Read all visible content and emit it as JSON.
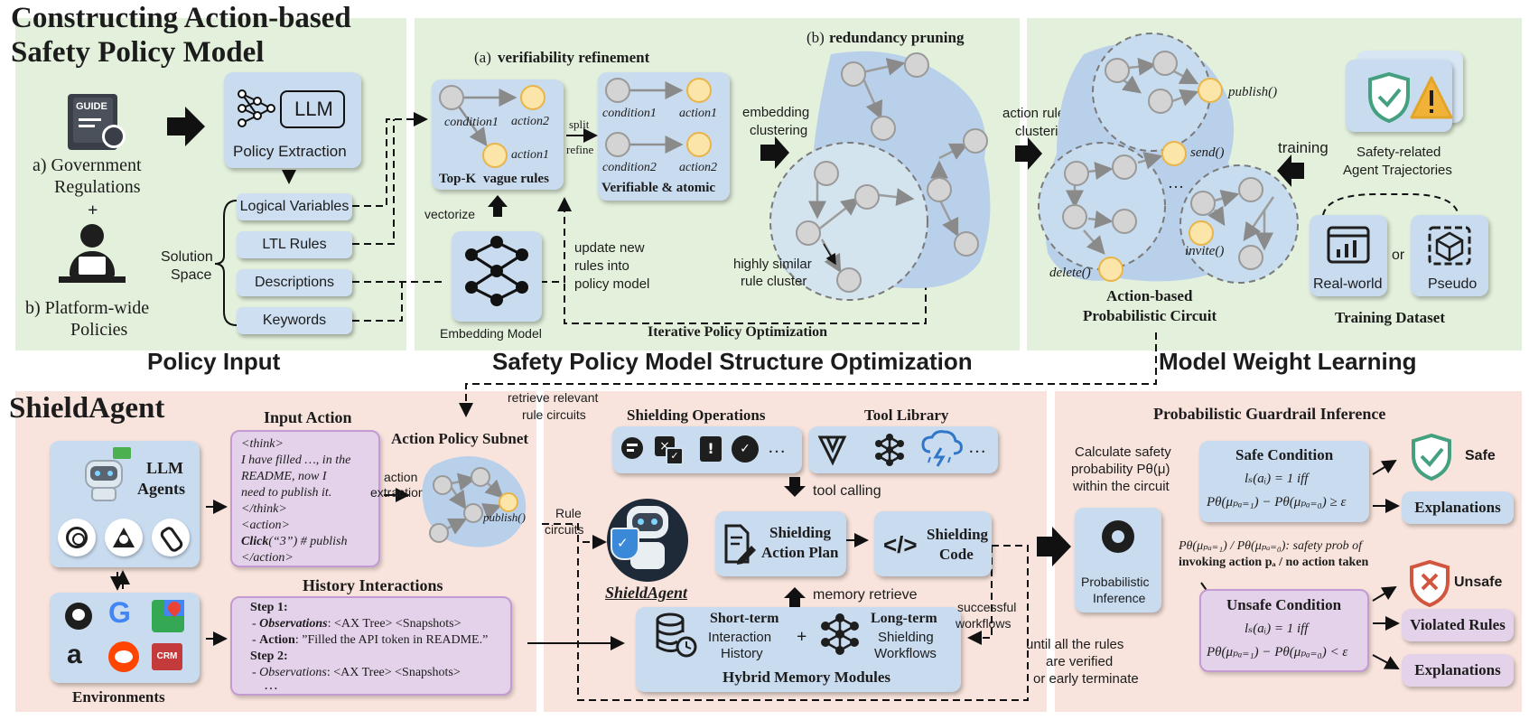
{
  "colors": {
    "green_panel": "#e3f0dc",
    "pink_panel": "#f8e4dc",
    "blue_box": "#c9dbef",
    "purple_box": "#e3d2e9",
    "dark_arrow": "#111111"
  },
  "top": {
    "title_line1": "Constructing Action-based",
    "title_line2": "Safety Policy Model",
    "sources": {
      "gov": "a) Government",
      "gov2": "Regulations",
      "plus": "+",
      "platform": "b) Platform-wide",
      "platform2": "Policies",
      "guide_icon_text": "GUIDE"
    },
    "llm_label": "LLM",
    "policy_extraction": "Policy Extraction",
    "solution_space": "Solution",
    "solution_space2": "Space",
    "items": [
      "Logical Variables",
      "LTL Rules",
      "Descriptions",
      "Keywords"
    ],
    "policy_input": "Policy Input",
    "refine": {
      "title_prefix": "(a)",
      "title": "verifiability refinement",
      "cond1": "condition1",
      "act2": "action2",
      "act1": "action1",
      "topk": "Top-K",
      "vague": "vague rules",
      "split": "split",
      "refine": "refine",
      "vcond1": "condition1",
      "vact1": "action1",
      "vcond2": "condition2",
      "vact2": "action2",
      "verifiable": "Verifiable & atomic",
      "vectorize": "vectorize",
      "embedding_model": "Embedding Model",
      "update1": "update new",
      "update2": "rules into",
      "update3": "policy model"
    },
    "prune": {
      "title_prefix": "(b)",
      "title": "redundancy pruning",
      "emb1": "embedding",
      "emb2": "clustering",
      "similar1": "highly similar",
      "similar2": "rule cluster"
    },
    "iterative": "Iterative Policy Optimization",
    "structure_opt": "Safety Policy Model Structure Optimization",
    "learning": {
      "action_rule1": "action rule",
      "action_rule2": "clustering",
      "publish": "publish()",
      "send": "send()",
      "dots": "…",
      "invite": "invite()",
      "delete": "delete()",
      "circuit1": "Action-based",
      "circuit2": "Probabilistic Circuit",
      "training": "training",
      "traj1": "Safety-related",
      "traj2": "Agent Trajectories",
      "real": "Real-world",
      "or": "or",
      "pseudo": "Pseudo",
      "dataset": "Training Dataset"
    },
    "weight_learning": "Model Weight Learning"
  },
  "bottom": {
    "title": "ShieldAgent",
    "llm_agents1": "LLM",
    "llm_agents2": "Agents",
    "environments": "Environments",
    "input_action": "Input Action",
    "input_lines": [
      "<think>",
      "I have filled …, in the",
      "README, now I",
      "need to publish it.",
      "</think>",
      "<action>",
      "</action>"
    ],
    "click_word": "Click",
    "click_rest": "(“3”) # publish",
    "history_title": "History Interactions",
    "step1": "Step 1",
    "obs_label": "Observations",
    "obs_text": ": <AX Tree> <Snapshots>",
    "action_label": "Action",
    "action_text": ": ”Filled the API  token in README.”",
    "step2": "Step 2",
    "obs2_label": "Observations",
    "obs2_text": ": <AX Tree> <Snapshots>",
    "ellipsis": "…",
    "retrieve1": "retrieve relevant",
    "retrieve2": "rule circuits",
    "subnet_title": "Action Policy Subnet",
    "action_extraction1": "action",
    "action_extraction2": "extraction",
    "subnet_publish": "publish()",
    "rule_circuits1": "Rule",
    "rule_circuits2": "circuits",
    "shield_ops": "Shielding Operations",
    "tool_lib": "Tool Library",
    "dots": "…",
    "tool_calling": "tool calling",
    "agent_name": "ShieldAgent",
    "plan1": "Shielding",
    "plan2": "Action Plan",
    "code1": "Shielding",
    "code2": "Code",
    "memory_retrieve": "memory retrieve",
    "short1": "Short-term",
    "short2": "Interaction",
    "short3": "History",
    "plus": "+",
    "long1": "Long-term",
    "long2": "Shielding",
    "long3": "Workflows",
    "hybrid": "Hybrid Memory Modules",
    "successful1": "successful",
    "successful2": "workflows",
    "until1": "until all the rules",
    "until2": "are verified",
    "until3": "or early terminate",
    "inference_title": "Probabilistic Guardrail Inference",
    "calc1": "Calculate safety",
    "calc2": "probability Pθ(μ)",
    "calc3": "within the circuit",
    "prob_inf1": "Probabilistic",
    "prob_inf2": "Inference",
    "safe_cond": "Safe Condition",
    "safe_formula1": "lₛ(aᵢ) = 1 iff",
    "safe_formula2": "Pθ(μₚₐ₌₁) − Pθ(μₚₐ₌₀) ≥ ε",
    "safe": "Safe",
    "explanations": "Explanations",
    "prob_note1": "Pθ(μₚₐ₌₁) / Pθ(μₚₐ₌₀): safety prob of",
    "prob_note2": "invoking action pₐ / no action taken",
    "unsafe_cond": "Unsafe Condition",
    "unsafe_formula1": "lₛ(aᵢ) = 1 iff",
    "unsafe_formula2": "Pθ(μₚₐ₌₁) − Pθ(μₚₐ₌₀) < ε",
    "unsafe": "Unsafe",
    "violated": "Violated Rules",
    "explanations2": "Explanations"
  },
  "icons": [
    "guide-book-icon",
    "person-laptop-icon",
    "llm-network-icon",
    "embedding-network-icon",
    "shield-check-icon",
    "warning-icon",
    "chart-window-icon",
    "cube-icon",
    "robot-icon",
    "openai-icon",
    "anthropic-icon",
    "paperclip-icon",
    "github-icon",
    "google-icon",
    "maps-icon",
    "amazon-icon",
    "reddit-icon",
    "crm-icon",
    "zoom-search-icon",
    "checklist-icon",
    "alert-icon",
    "gear-check-icon",
    "vertex-icon",
    "network-icon",
    "cloud-storm-icon",
    "document-pen-icon",
    "code-icon",
    "database-clock-icon",
    "cross-shield-icon"
  ]
}
